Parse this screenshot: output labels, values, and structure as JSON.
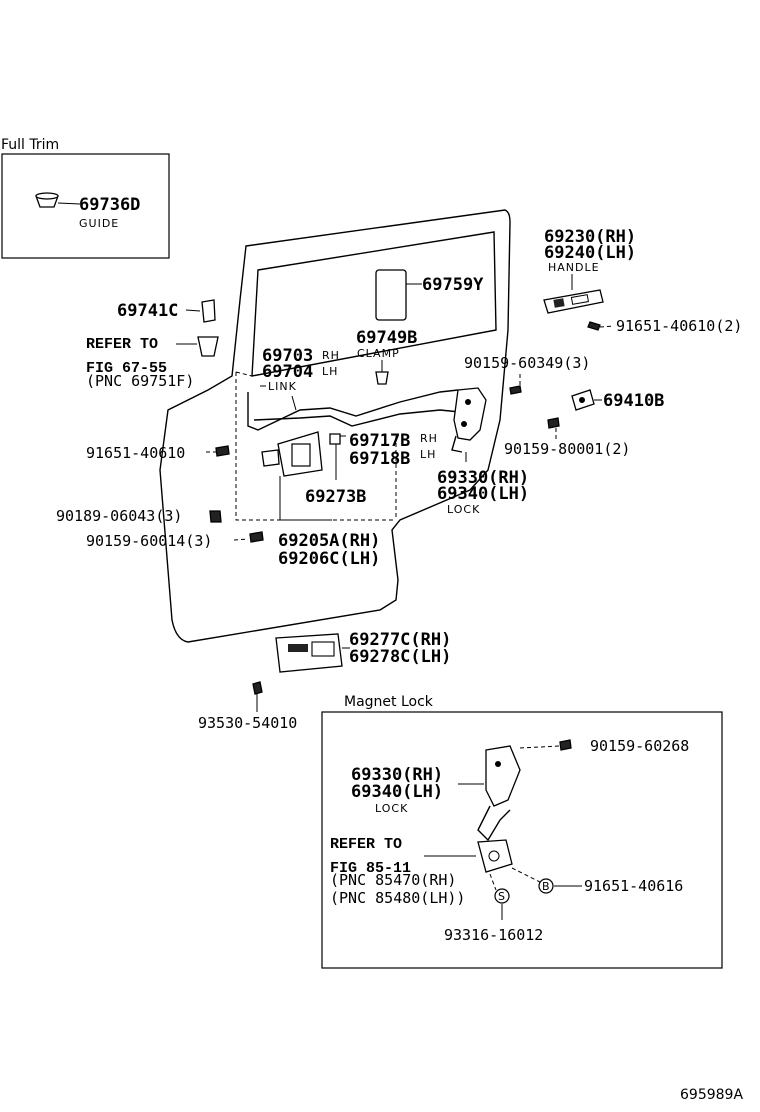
{
  "sections": {
    "full_trim": "Full Trim",
    "magnet_lock": "Magnet Lock"
  },
  "labels": {
    "p69736d": "69736D",
    "guide": "GUIDE",
    "p69230": "69230(RH)",
    "p69240": "69240(LH)",
    "handle": "HANDLE",
    "p69741c": "69741C",
    "p69759y": "69759Y",
    "p91651_40610_2": "91651-40610(2)",
    "refer_to_1": "REFER TO",
    "fig_67_55": "FIG 67-55",
    "pnc_69751f": "(PNC 69751F)",
    "p69749b": "69749B",
    "clamp": "CLAMP",
    "p69703": "69703",
    "p69704": "69704",
    "rh_small": "RH",
    "lh_small": "LH",
    "link": "LINK",
    "p90159_60349": "90159-60349(3)",
    "p69410b": "69410B",
    "p91651_40610": "91651-40610",
    "p69717b": "69717B",
    "p69718b": "69718B",
    "rh_small2": "RH",
    "lh_small2": "LH",
    "p90159_80001": "90159-80001(2)",
    "p69330_1": "69330(RH)",
    "p69340_1": "69340(LH)",
    "lock_1": "LOCK",
    "p69273b": "69273B",
    "p90189_06043": "90189-06043(3)",
    "p90159_60014": "90159-60014(3)",
    "p69205a": "69205A(RH)",
    "p69206c": "69206C(LH)",
    "p69277c": "69277C(RH)",
    "p69278c": "69278C(LH)",
    "p93530_54010": "93530-54010",
    "p90159_60268": "90159-60268",
    "p69330_2": "69330(RH)",
    "p69340_2": "69340(LH)",
    "lock_2": "LOCK",
    "refer_to_2": "REFER TO",
    "fig_85_11": "FIG 85-11",
    "pnc_85470": "(PNC 85470(RH)",
    "pnc_85480": "(PNC 85480(LH))",
    "p91651_40616": "91651-40616",
    "p93316_16012": "93316-16012",
    "s_mark": "S",
    "b_mark": "B",
    "diagram_id": "695989A"
  }
}
